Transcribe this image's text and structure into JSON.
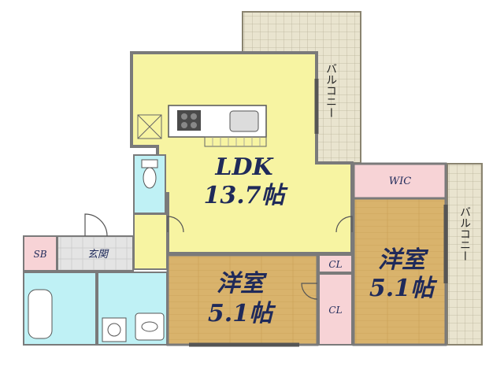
{
  "rooms": {
    "ldk": {
      "name": "LDK",
      "size": "13.7帖"
    },
    "western_room_1": {
      "name": "洋室",
      "size": "5.1帖"
    },
    "western_room_2": {
      "name": "洋室",
      "size": "5.1帖"
    },
    "wic": "WIC",
    "closet_1": "CL",
    "closet_2": "CL",
    "sb": "SB",
    "entrance": "玄関"
  },
  "balcony_top": "バルコニー",
  "balcony_right": "バルコニー",
  "colors": {
    "ldk": "#f7f4a2",
    "wood": "#d9b36c",
    "pink": "#f7d3d6",
    "wet": "#bff1f5",
    "entrance": "#e4e4e4",
    "balcony": "#e9e4cf",
    "wall": "#7a7a7a"
  }
}
